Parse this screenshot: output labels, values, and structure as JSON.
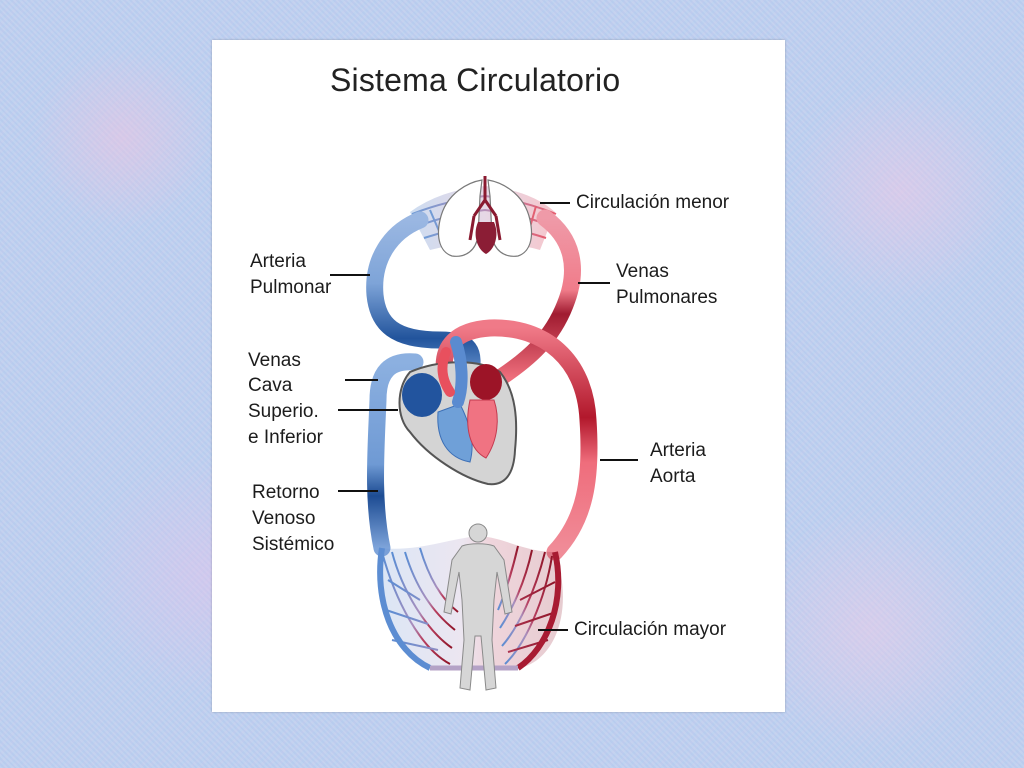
{
  "title": "Sistema Circulatorio",
  "labels": {
    "circulacion_menor": "Circulación menor",
    "arteria_pulmonar_1": "Arteria",
    "arteria_pulmonar_2": "Pulmonar",
    "venas_pulmonares_1": "Venas",
    "venas_pulmonares_2": "Pulmonares",
    "venas_cava_1": "Venas",
    "venas_cava_2": "Cava",
    "venas_cava_3": "Superio.",
    "venas_cava_4": "e Inferior",
    "arteria_aorta_1": "Arteria",
    "arteria_aorta_2": "Aorta",
    "retorno_1": "Retorno",
    "retorno_2": "Venoso",
    "retorno_3": "Sistémico",
    "circulacion_mayor": "Circulación mayor"
  },
  "colors": {
    "arterial": "#e8505e",
    "venous": "#5b8fd0",
    "dark_venous": "#1f4f95",
    "dark_arterial": "#a0142a",
    "heart_body": "#d3d3d3"
  },
  "icons": [
    "lungs-icon",
    "heart-icon",
    "human-body-icon"
  ]
}
